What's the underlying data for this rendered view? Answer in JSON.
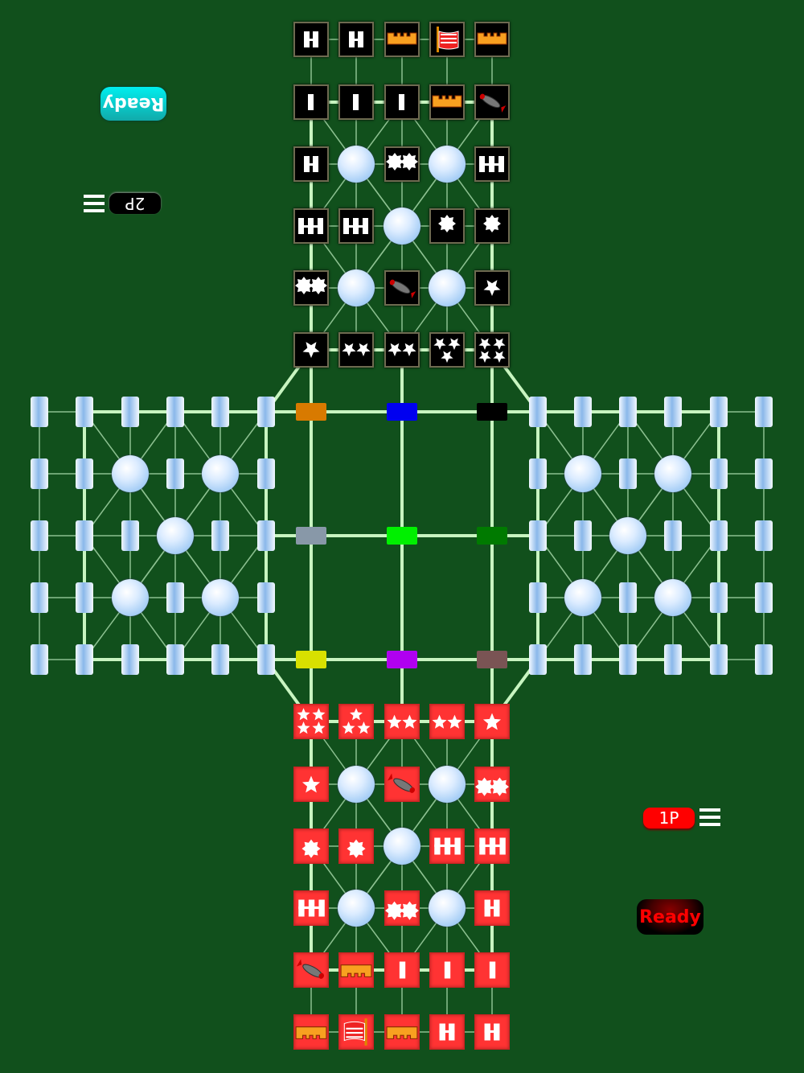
{
  "top_player": {
    "ready_label": "Ready",
    "player_label": "2P",
    "menu_icon": "hamburger-icon",
    "color": "#000000"
  },
  "bottom_player": {
    "ready_label": "Ready",
    "player_label": "1P",
    "menu_icon": "hamburger-icon",
    "color": "#ff3333"
  },
  "top_army": [
    [
      "2bar",
      "2bar",
      "mine",
      "flag",
      "mine"
    ],
    [
      "1bar",
      "1bar",
      "1bar",
      "mine",
      "bomb"
    ],
    [
      "2bar",
      "camp",
      "2leaf",
      "camp",
      "3bar"
    ],
    [
      "3bar",
      "3bar",
      "camp",
      "1leaf",
      "1leaf"
    ],
    [
      "2leaf",
      "camp",
      "bomb",
      "camp",
      "1star"
    ],
    [
      "1star",
      "2star",
      "2star",
      "3star",
      "4star"
    ]
  ],
  "bottom_army": [
    [
      "mine",
      "flag",
      "mine",
      "2bar",
      "2bar"
    ],
    [
      "bomb",
      "mine",
      "1bar",
      "1bar",
      "1bar"
    ],
    [
      "3bar",
      "camp",
      "2leaf",
      "camp",
      "2bar"
    ],
    [
      "1leaf",
      "1leaf",
      "camp",
      "3bar",
      "3bar"
    ],
    [
      "1star",
      "camp",
      "bomb",
      "camp",
      "2leaf"
    ],
    [
      "4star",
      "3star",
      "2star",
      "2star",
      "1star"
    ]
  ],
  "center_colors": [
    [
      "#d87a00",
      "#0000f0",
      "#000000"
    ],
    [
      "#8898a8",
      "#00f000",
      "#007a00"
    ],
    [
      "#d8e000",
      "#b000f0",
      "#7a5454"
    ]
  ]
}
